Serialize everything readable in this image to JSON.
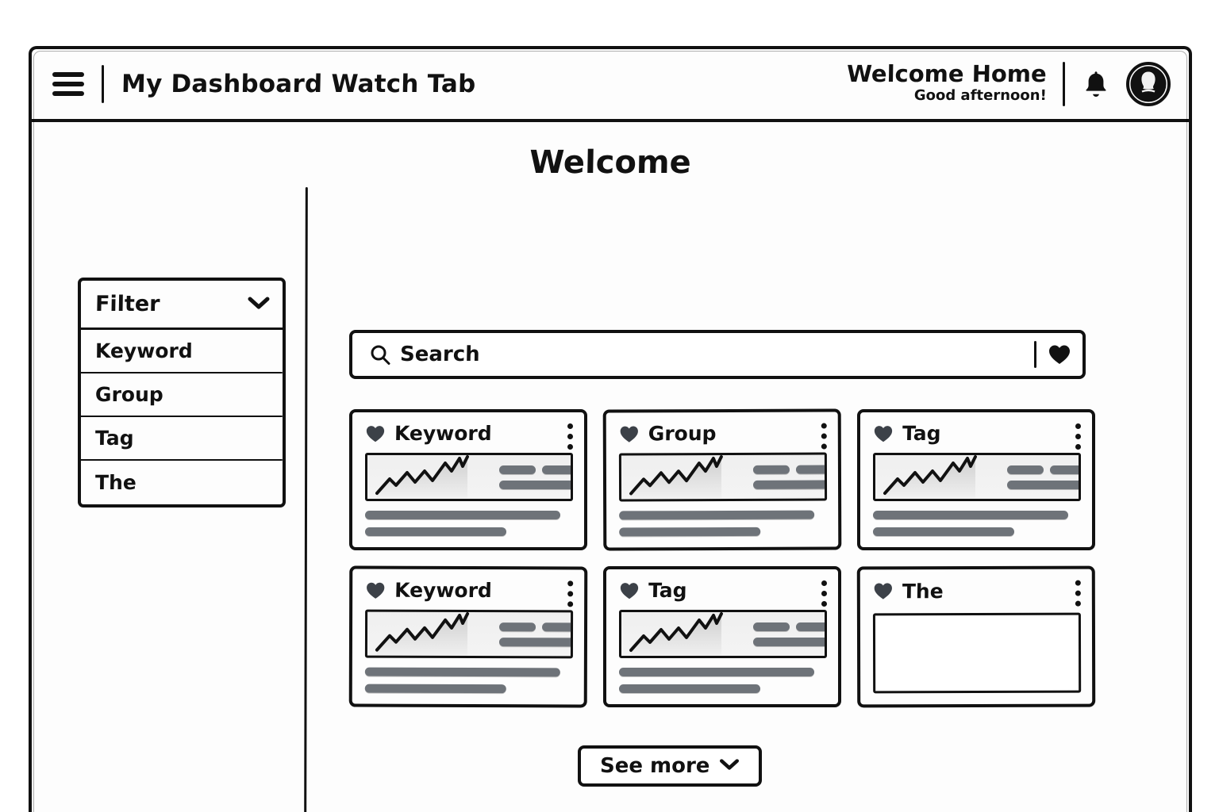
{
  "header": {
    "menu_icon": "hamburger-menu-icon",
    "app_title": "My Dashboard Watch Tab",
    "greeting_title": "Welcome Home",
    "greeting_subtitle": "Good afternoon!",
    "bell_icon": "bell-icon",
    "avatar_icon": "avatar-icon"
  },
  "main": {
    "page_title": "Welcome"
  },
  "sidebar": {
    "header_label": "Filter",
    "header_icon": "chevron-down-icon",
    "items": [
      {
        "label": "Keyword"
      },
      {
        "label": "Group"
      },
      {
        "label": "Tag"
      },
      {
        "label": "The"
      }
    ]
  },
  "search": {
    "icon": "search-icon",
    "placeholder": "Search",
    "value": "",
    "trailing_icon": "heart-icon"
  },
  "cards": [
    {
      "title": "Keyword",
      "favorite_icon": "heart-icon",
      "menu_icon": "more-vertical-icon",
      "has_chart": true
    },
    {
      "title": "Group",
      "favorite_icon": "heart-icon",
      "menu_icon": "more-vertical-icon",
      "has_chart": true
    },
    {
      "title": "Tag",
      "favorite_icon": "heart-icon",
      "menu_icon": "more-vertical-icon",
      "has_chart": true
    },
    {
      "title": "Keyword",
      "favorite_icon": "heart-icon",
      "menu_icon": "more-vertical-icon",
      "has_chart": true
    },
    {
      "title": "Tag",
      "favorite_icon": "heart-icon",
      "menu_icon": "more-vertical-icon",
      "has_chart": true
    },
    {
      "title": "The",
      "favorite_icon": "heart-icon",
      "menu_icon": "more-vertical-icon",
      "has_chart": false
    }
  ],
  "footer": {
    "see_more_label": "See more",
    "see_more_icon": "chevron-down-icon"
  },
  "colors": {
    "ink": "#111111",
    "placeholder_bar": "#6e7379",
    "heart": "#3c4148",
    "media_fill": "#efefef",
    "page_bg": "#ffffff"
  }
}
